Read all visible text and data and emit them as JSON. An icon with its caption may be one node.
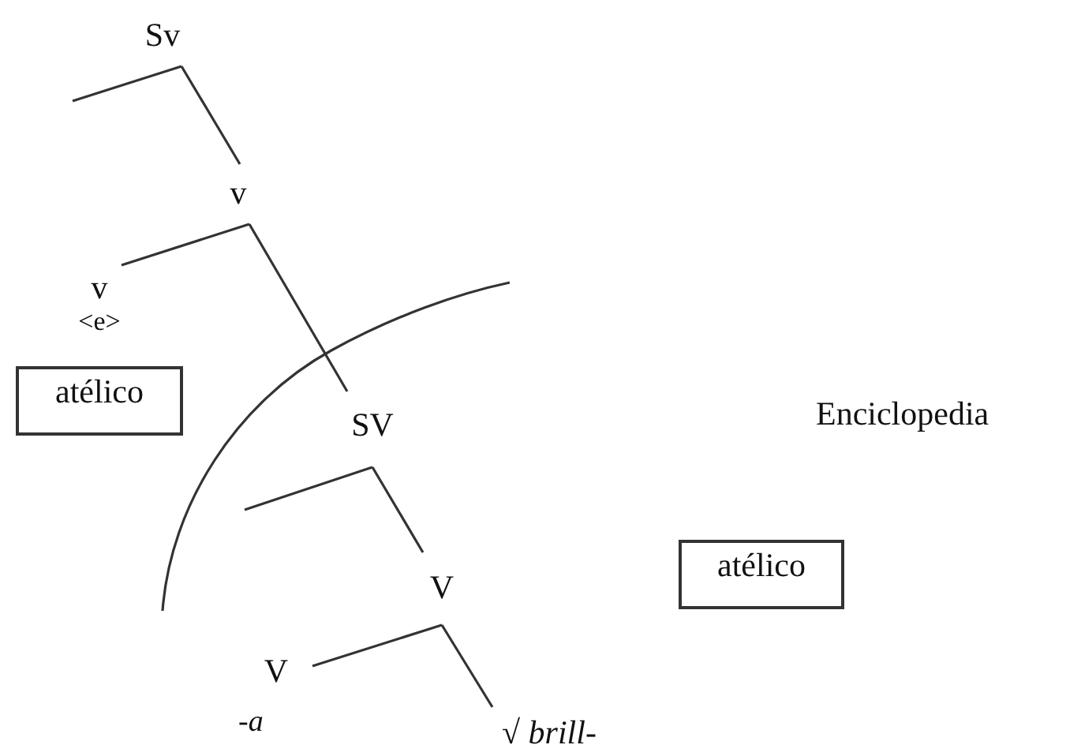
{
  "diagram": {
    "nodes": [
      {
        "text": [
          "Sv"
        ]
      },
      {
        "text": [
          "v"
        ]
      },
      {
        "text": [
          "v",
          "<e>"
        ]
      },
      {
        "text": [
          "atélico"
        ]
      },
      {
        "text": [
          "SV"
        ]
      },
      {
        "text": [
          "V"
        ]
      },
      {
        "text": [
          "V"
        ],
        "beside": [
          "-a"
        ]
      },
      {
        "text": [
          "√ *brill-*"
        ]
      },
      {
        "text": [
          "atélico"
        ]
      }
    ],
    "edges": [
      {
        "from": 0,
        "to": null,
        "arrow": "none"
      },
      {
        "from": 0,
        "to": 1,
        "arrow": "none"
      },
      {
        "from": 1,
        "to": 2,
        "arrow": "none"
      },
      {
        "from": 1,
        "to": 4,
        "arrow": "none"
      },
      {
        "from": 4,
        "to": null,
        "arrow": "none"
      },
      {
        "from": 4,
        "to": 5,
        "arrow": "none"
      },
      {
        "from": 5,
        "to": 6,
        "arrow": "none"
      },
      {
        "from": 5,
        "to": 7,
        "arrow": "none"
      }
    ],
    "labels": [
      "Enciclopedia"
    ]
  }
}
